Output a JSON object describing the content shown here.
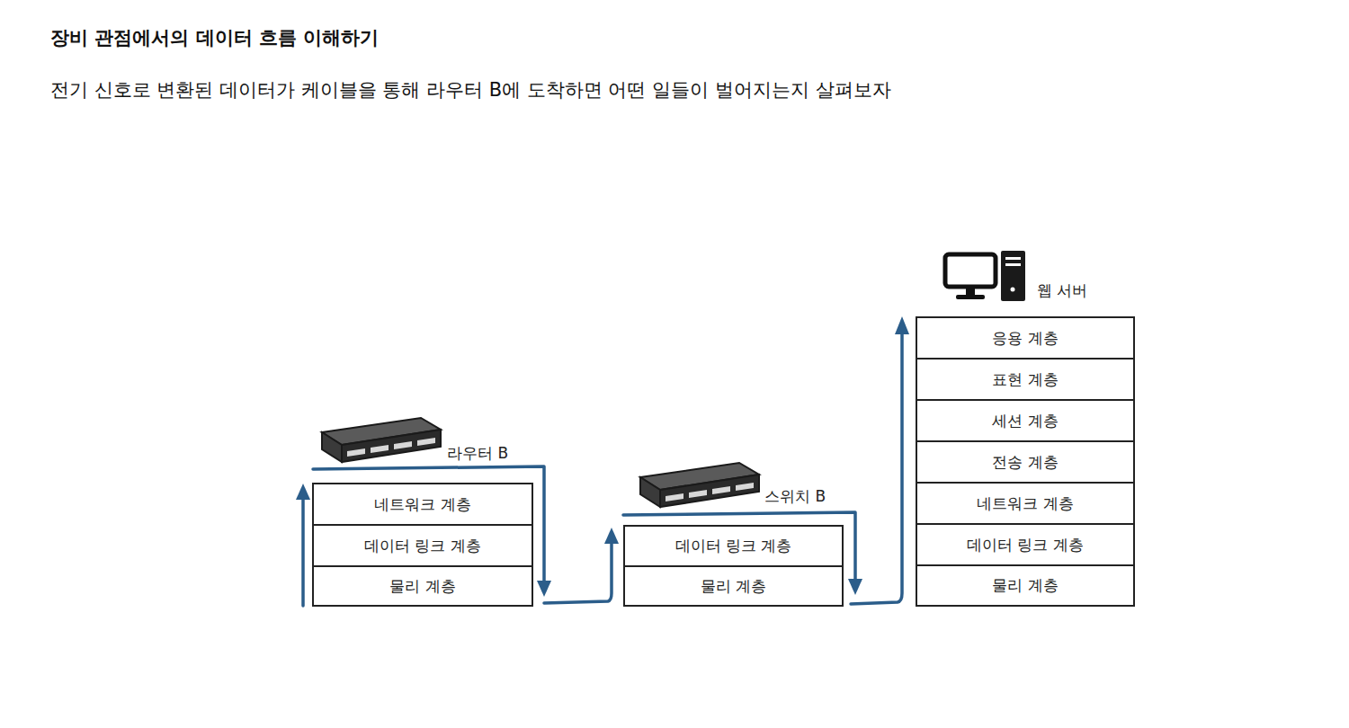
{
  "diagram": {
    "title": "장비 관점에서의 데이터 흐름 이해하기",
    "caption": "전기 신호로 변환된 데이터가 케이블을 통해 라우터 B에 도착하면 어떤 일들이 벌어지는지 살펴보자",
    "nodes": [
      {
        "text": [
          "네트워크 계층"
        ]
      },
      {
        "text": [
          "데이터 링크 계층"
        ]
      },
      {
        "text": [
          "물리 계층"
        ]
      },
      {
        "text": [
          "데이터 링크 계층"
        ]
      },
      {
        "text": [
          "물리 계층"
        ]
      },
      {
        "text": [
          "응용 계층"
        ]
      },
      {
        "text": [
          "표현 계층"
        ]
      },
      {
        "text": [
          "세션 계층"
        ]
      },
      {
        "text": [
          "전송 계층"
        ]
      },
      {
        "text": [
          "네트워크 계층"
        ]
      },
      {
        "text": [
          "데이터 링크 계층"
        ]
      },
      {
        "text": [
          "물리 계층"
        ]
      }
    ],
    "labels": [
      "라우터 B",
      "스위치 B",
      "웹 서버"
    ]
  }
}
